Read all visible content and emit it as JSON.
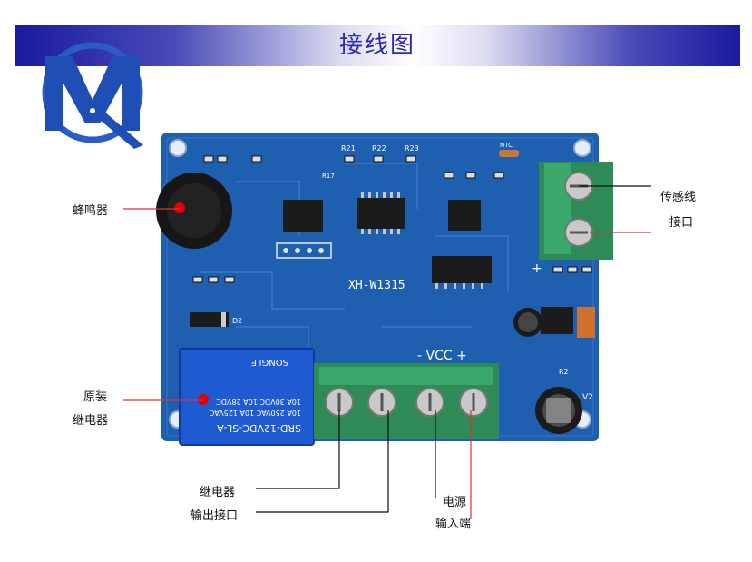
{
  "header": {
    "title": "接线图"
  },
  "board": {
    "model": "XH-W1315",
    "vcc_label": "- VCC +",
    "plus": "+"
  },
  "relay": {
    "model": "SRD-12VDC-SL-A",
    "line1": "10A 250VAC 10A 125VAC",
    "line2": "10A 30VDC 10A 28VDC",
    "brand": "SONGLE"
  },
  "components": {
    "ntc": "NTC",
    "d2": "D2",
    "r2": "R2",
    "v2": "V2",
    "r21": "R21",
    "r22": "R22",
    "r23": "R23",
    "r17": "R17"
  },
  "callouts": {
    "buzzer": "蜂鸣器",
    "relay_line1": "原装",
    "relay_line2": "继电器",
    "sensor_line1": "传感线",
    "sensor_line2": "接口",
    "relay_out_line1": "继电器",
    "relay_out_line2": "输出接口",
    "power_line1": "电源",
    "power_line2": "输入端"
  },
  "colors": {
    "pcb": "#1f5fb0",
    "pcb_dark": "#174c8f",
    "terminal": "#2e8b57",
    "banner_text": "#2a2ab0",
    "callout_dot": "#e00000",
    "callout_line": "#e03030"
  }
}
